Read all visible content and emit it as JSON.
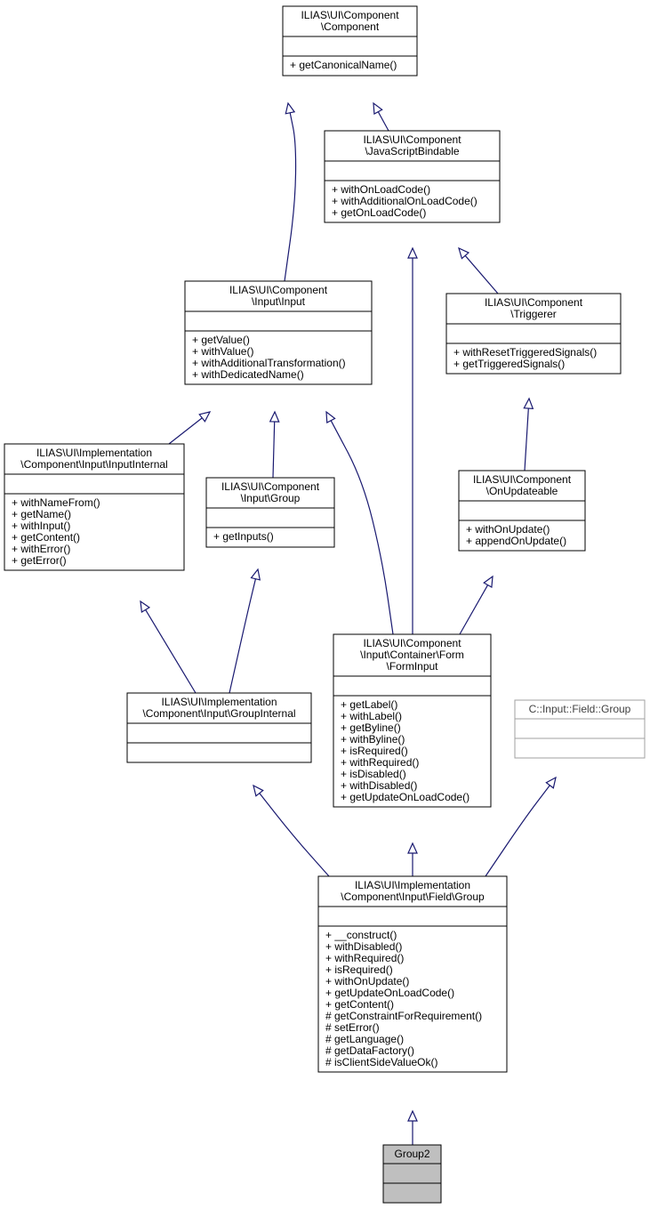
{
  "diagram": {
    "classes": [
      {
        "id": "component",
        "name_lines": [
          "ILIAS\\UI\\Component",
          "\\Component"
        ],
        "attributes": [],
        "methods": [
          "+ getCanonicalName()"
        ],
        "style": "normal"
      },
      {
        "id": "jsbindable",
        "name_lines": [
          "ILIAS\\UI\\Component",
          "\\JavaScriptBindable"
        ],
        "attributes": [],
        "methods": [
          "+ withOnLoadCode()",
          "+ withAdditionalOnLoadCode()",
          "+ getOnLoadCode()"
        ],
        "style": "normal"
      },
      {
        "id": "input",
        "name_lines": [
          "ILIAS\\UI\\Component",
          "\\Input\\Input"
        ],
        "attributes": [],
        "methods": [
          "+ getValue()",
          "+ withValue()",
          "+ withAdditionalTransformation()",
          "+ withDedicatedName()"
        ],
        "style": "normal"
      },
      {
        "id": "triggerer",
        "name_lines": [
          "ILIAS\\UI\\Component",
          "\\Triggerer"
        ],
        "attributes": [],
        "methods": [
          "+ withResetTriggeredSignals()",
          "+ getTriggeredSignals()"
        ],
        "style": "normal"
      },
      {
        "id": "inputinternal",
        "name_lines": [
          "ILIAS\\UI\\Implementation",
          "\\Component\\Input\\InputInternal"
        ],
        "attributes": [],
        "methods": [
          "+ withNameFrom()",
          "+ getName()",
          "+ withInput()",
          "+ getContent()",
          "+ withError()",
          "+ getError()"
        ],
        "style": "normal"
      },
      {
        "id": "inputgroup",
        "name_lines": [
          "ILIAS\\UI\\Component",
          "\\Input\\Group"
        ],
        "attributes": [],
        "methods": [
          "+ getInputs()"
        ],
        "style": "normal"
      },
      {
        "id": "onupdateable",
        "name_lines": [
          "ILIAS\\UI\\Component",
          "\\OnUpdateable"
        ],
        "attributes": [],
        "methods": [
          "+ withOnUpdate()",
          "+ appendOnUpdate()"
        ],
        "style": "normal"
      },
      {
        "id": "forminput",
        "name_lines": [
          "ILIAS\\UI\\Component",
          "\\Input\\Container\\Form",
          "\\FormInput"
        ],
        "attributes": [],
        "methods": [
          "+ getLabel()",
          "+ withLabel()",
          "+ getByline()",
          "+ withByline()",
          "+ isRequired()",
          "+ withRequired()",
          "+ isDisabled()",
          "+ withDisabled()",
          "+ getUpdateOnLoadCode()"
        ],
        "style": "normal"
      },
      {
        "id": "groupinternal",
        "name_lines": [
          "ILIAS\\UI\\Implementation",
          "\\Component\\Input\\GroupInternal"
        ],
        "attributes": [],
        "methods": [],
        "style": "normal"
      },
      {
        "id": "cgroup",
        "name_lines": [
          "C::Input::Field::Group"
        ],
        "attributes": [],
        "methods": [],
        "style": "external"
      },
      {
        "id": "fieldgroup",
        "name_lines": [
          "ILIAS\\UI\\Implementation",
          "\\Component\\Input\\Field\\Group"
        ],
        "attributes": [],
        "methods": [
          "+ __construct()",
          "+ withDisabled()",
          "+ withRequired()",
          "+ isRequired()",
          "+ withOnUpdate()",
          "+ getUpdateOnLoadCode()",
          "+ getContent()",
          "# getConstraintForRequirement()",
          "# setError()",
          "# getLanguage()",
          "# getDataFactory()",
          "# isClientSideValueOk()"
        ],
        "style": "normal"
      },
      {
        "id": "group2",
        "name_lines": [
          "Group2"
        ],
        "attributes": [],
        "methods": [],
        "style": "highlight"
      }
    ],
    "inheritance": [
      {
        "child": "jsbindable",
        "parent": "component"
      },
      {
        "child": "input",
        "parent": "component"
      },
      {
        "child": "forminput",
        "parent": "jsbindable"
      },
      {
        "child": "triggerer",
        "parent": "jsbindable"
      },
      {
        "child": "inputinternal",
        "parent": "input"
      },
      {
        "child": "inputgroup",
        "parent": "input"
      },
      {
        "child": "forminput",
        "parent": "input"
      },
      {
        "child": "onupdateable",
        "parent": "triggerer"
      },
      {
        "child": "groupinternal",
        "parent": "inputinternal"
      },
      {
        "child": "groupinternal",
        "parent": "inputgroup"
      },
      {
        "child": "forminput",
        "parent": "onupdateable"
      },
      {
        "child": "fieldgroup",
        "parent": "groupinternal"
      },
      {
        "child": "fieldgroup",
        "parent": "forminput"
      },
      {
        "child": "fieldgroup",
        "parent": "cgroup"
      },
      {
        "child": "group2",
        "parent": "fieldgroup"
      }
    ]
  }
}
